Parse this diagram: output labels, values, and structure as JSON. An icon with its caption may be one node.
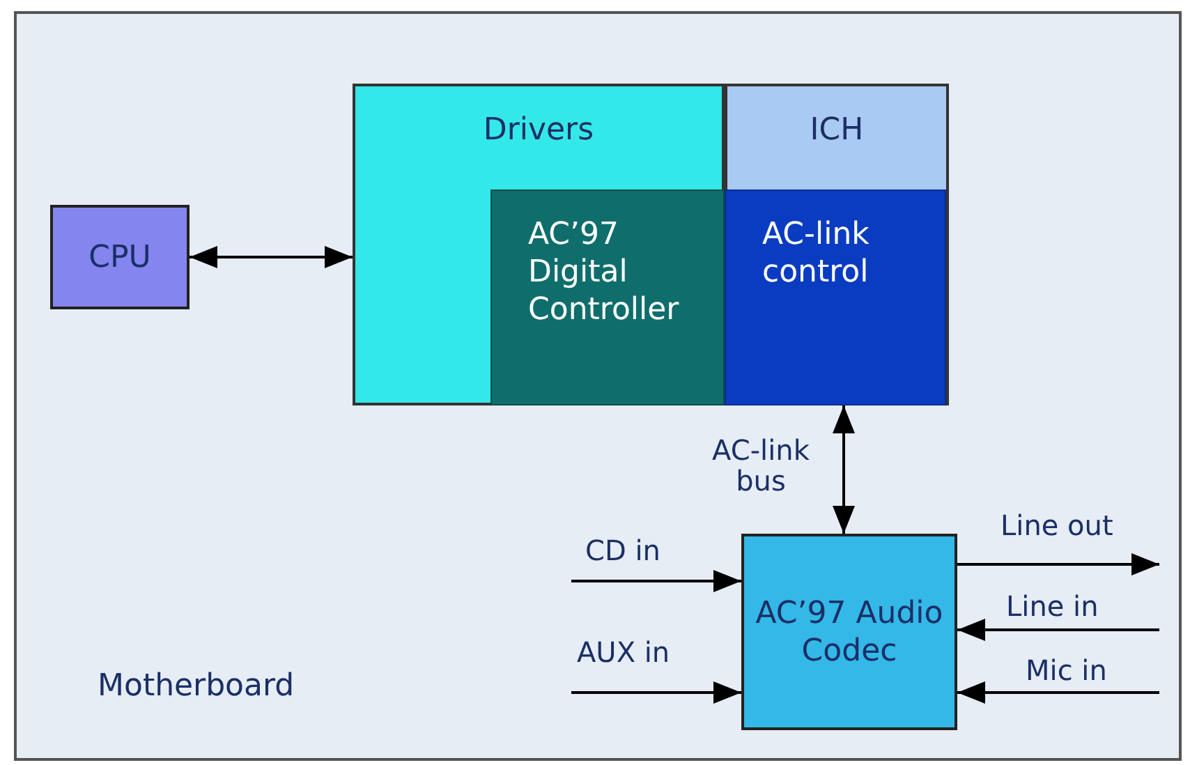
{
  "diagram": {
    "nodes": [
      {
        "text": [
          "Motherboard"
        ]
      },
      {
        "text": [
          "CPU"
        ],
        "in": 0
      },
      {
        "text": [
          "Drivers"
        ],
        "in": 0
      },
      {
        "text": [
          "ICH"
        ],
        "in": 0
      },
      {
        "text": [
          "AC’97 Digital Controller"
        ],
        "in": 2
      },
      {
        "text": [
          "AC-link control"
        ],
        "in": 3
      },
      {
        "text": [
          "AC’97 Audio Codec"
        ],
        "in": 0
      }
    ],
    "edges": [
      {
        "from": 1,
        "to": 2,
        "arrow": "both"
      },
      {
        "from": 5,
        "to": 6,
        "arrow": "both",
        "label": "AC-link bus"
      },
      {
        "from": null,
        "to": 6,
        "arrow": "to",
        "label": "CD in"
      },
      {
        "from": null,
        "to": 6,
        "arrow": "to",
        "label": "AUX in"
      },
      {
        "from": 6,
        "to": null,
        "arrow": "to",
        "label": "Line out"
      },
      {
        "from": null,
        "to": 6,
        "arrow": "to",
        "label": "Line in"
      },
      {
        "from": null,
        "to": 6,
        "arrow": "to",
        "label": "Mic in"
      }
    ]
  }
}
